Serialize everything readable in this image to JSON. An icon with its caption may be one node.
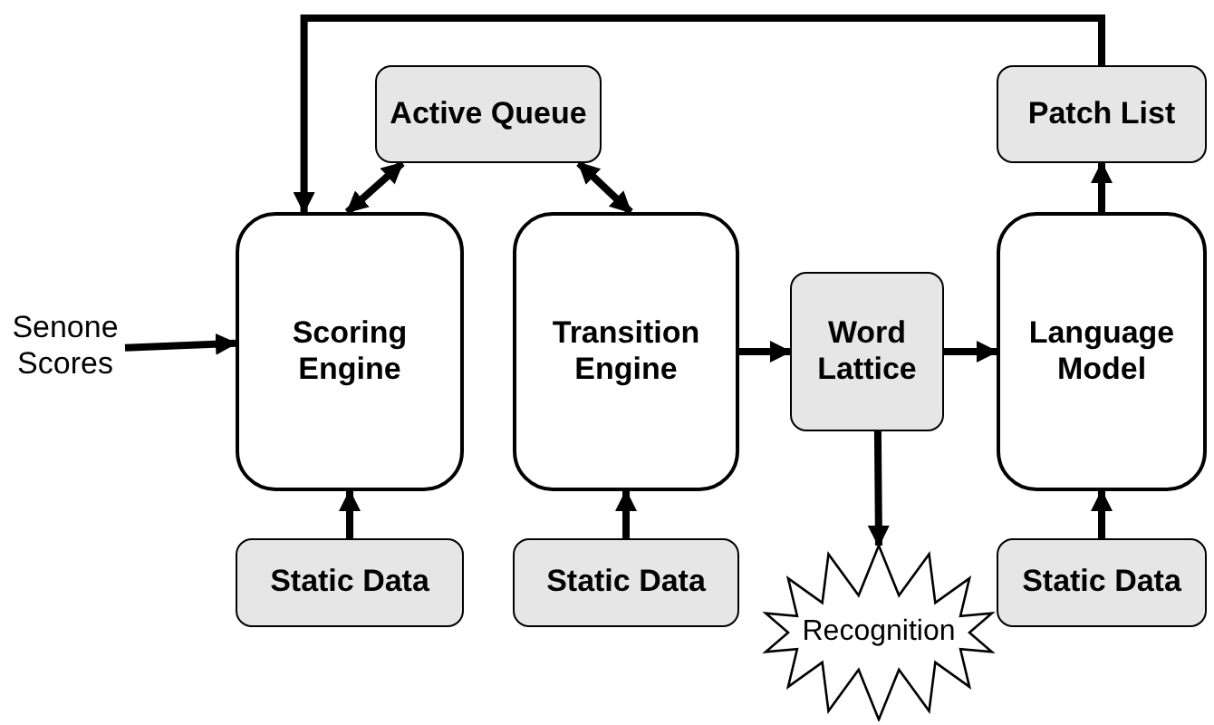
{
  "diagram": {
    "nodes": [
      {
        "text": [
          "Active Queue"
        ]
      },
      {
        "text": [
          "Patch List"
        ]
      },
      {
        "text": [
          "Senone Scores"
        ]
      },
      {
        "text": [
          "Scoring Engine"
        ]
      },
      {
        "text": [
          "Transition Engine"
        ]
      },
      {
        "text": [
          "Word Lattice"
        ]
      },
      {
        "text": [
          "Language Model"
        ]
      },
      {
        "text": [
          "Static Data"
        ]
      },
      {
        "text": [
          "Static Data"
        ]
      },
      {
        "text": [
          "Static Data"
        ]
      },
      {
        "text": [
          "Recognition"
        ]
      }
    ],
    "edges": [
      {
        "from": 2,
        "to": 3,
        "arrow": "to"
      },
      {
        "from": 0,
        "to": 3,
        "arrow": "both"
      },
      {
        "from": 0,
        "to": 4,
        "arrow": "both"
      },
      {
        "from": 4,
        "to": 5,
        "arrow": "to"
      },
      {
        "from": 5,
        "to": 6,
        "arrow": "to"
      },
      {
        "from": 6,
        "to": 1,
        "arrow": "to"
      },
      {
        "from": 1,
        "to": 3,
        "arrow": "to"
      },
      {
        "from": 7,
        "to": 3,
        "arrow": "to"
      },
      {
        "from": 8,
        "to": 4,
        "arrow": "to"
      },
      {
        "from": 9,
        "to": 6,
        "arrow": "to"
      },
      {
        "from": 5,
        "to": 10,
        "arrow": "to"
      }
    ]
  }
}
